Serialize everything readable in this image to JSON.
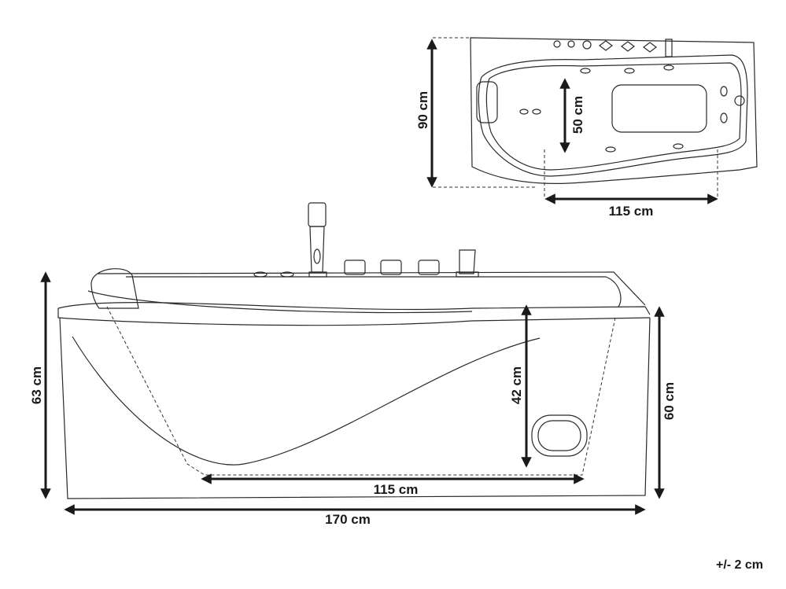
{
  "labels": {
    "top_width_inner": "115 cm",
    "top_depth": "90 cm",
    "top_inner_depth": "50 cm",
    "front_height_total": "63 cm",
    "front_inner_height": "42 cm",
    "front_height_body": "60 cm",
    "front_inner_length": "115 cm",
    "front_total_length": "170 cm",
    "tolerance": "+/- 2 cm"
  }
}
